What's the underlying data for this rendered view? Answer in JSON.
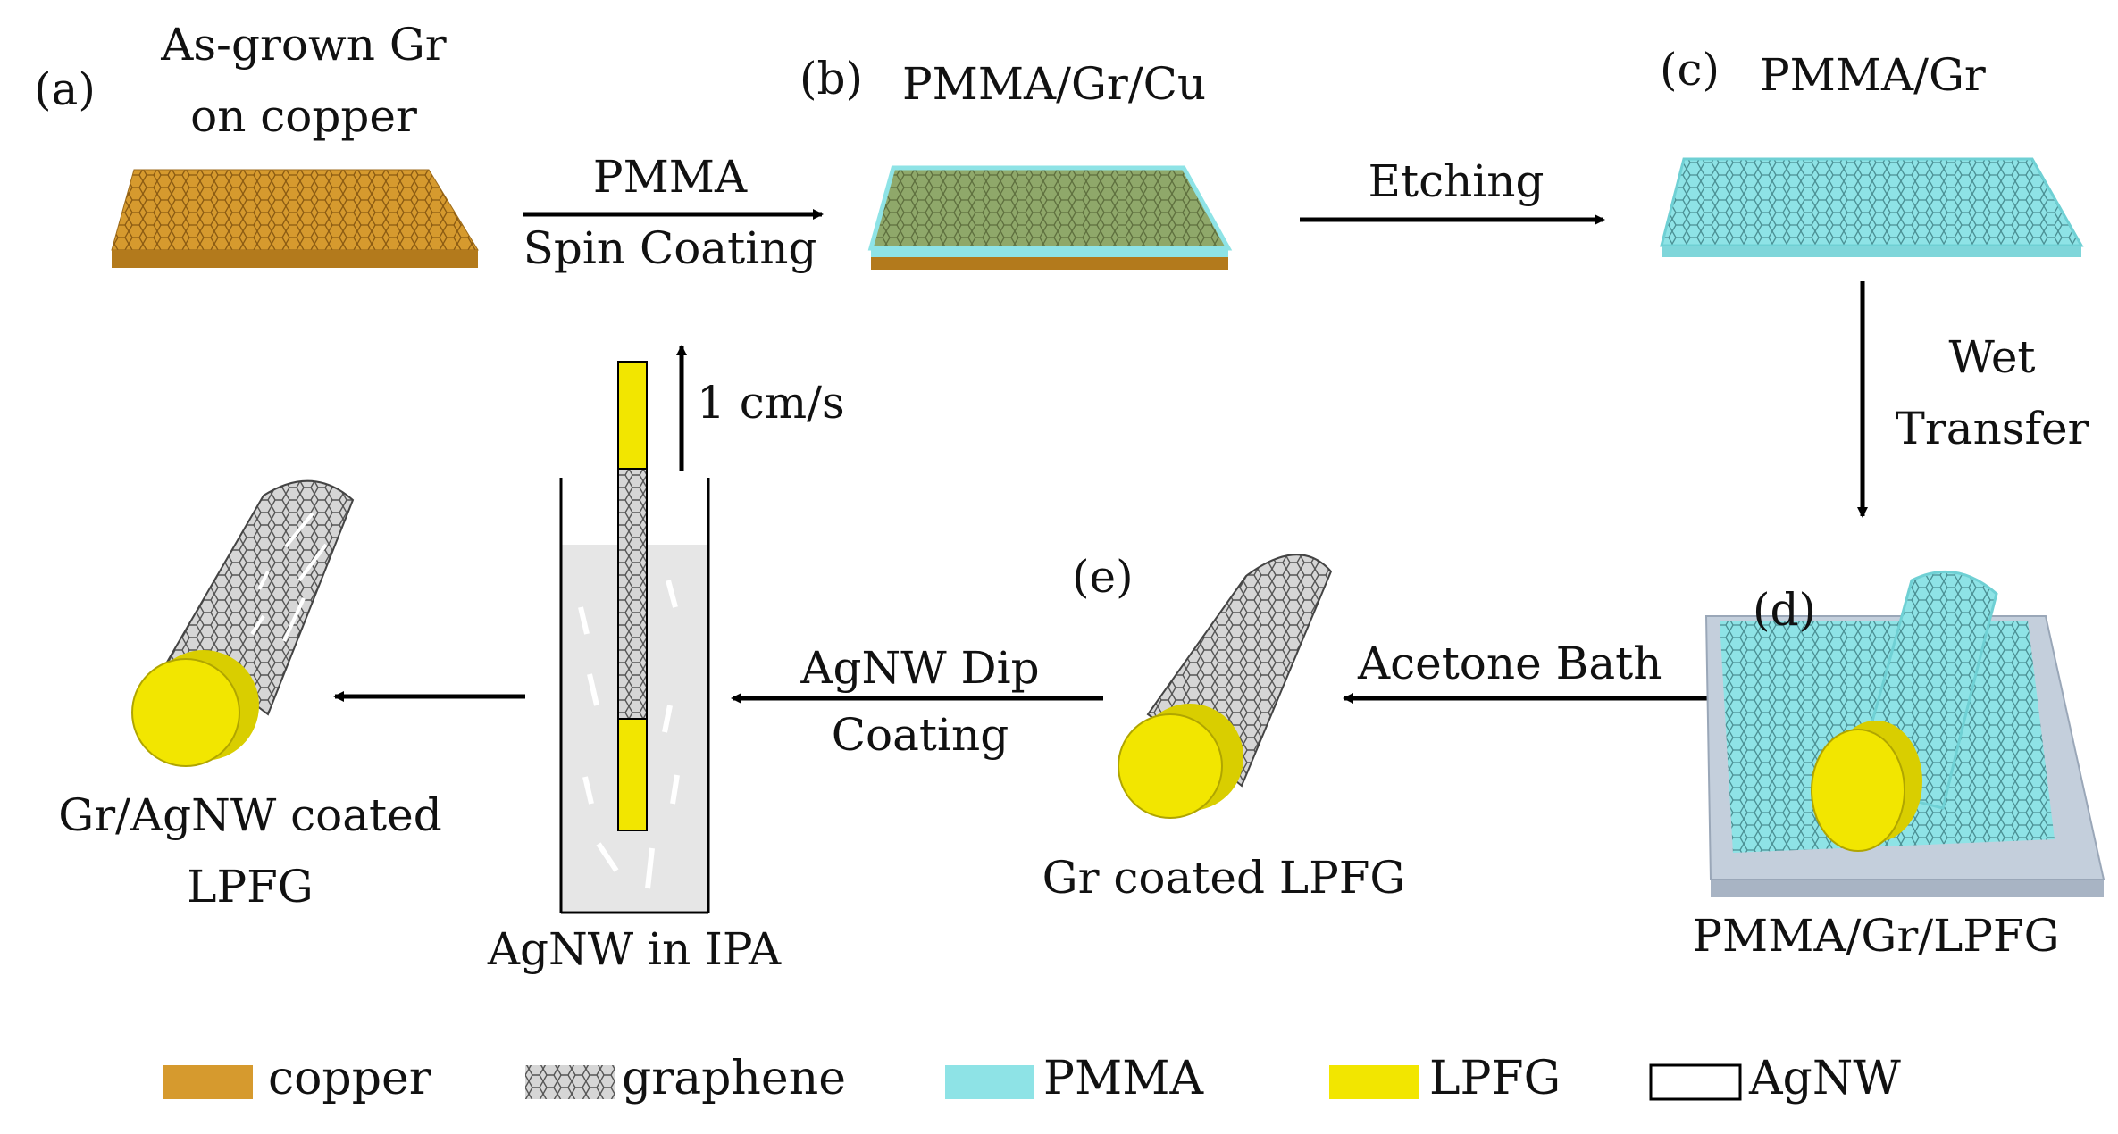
{
  "steps": {
    "a": {
      "tag": "(a)",
      "title_line1": "As-grown Gr",
      "title_line2": "on copper"
    },
    "b": {
      "tag": "(b)",
      "title": "PMMA/Gr/Cu"
    },
    "c": {
      "tag": "(c)",
      "title": "PMMA/Gr"
    },
    "d": {
      "tag": "(d)",
      "caption": "PMMA/Gr/LPFG"
    },
    "e": {
      "tag": "(e)",
      "caption": "Gr coated LPFG"
    },
    "f": {
      "caption_line1": "Gr/AgNW coated",
      "caption_line2": "LPFG"
    },
    "bath": {
      "caption": "AgNW in IPA",
      "speed": "1 cm/s"
    }
  },
  "arrows": {
    "ab_line1": "PMMA",
    "ab_line2": "Spin Coating",
    "bc": "Etching",
    "cd_line1": "Wet",
    "cd_line2": "Transfer",
    "de": "Acetone Bath",
    "e_bath_line1": "AgNW Dip",
    "e_bath_line2": "Coating"
  },
  "legend": {
    "copper": "copper",
    "graphene": "graphene",
    "pmma": "PMMA",
    "lpfg": "LPFG",
    "agnw": "AgNW"
  },
  "colors": {
    "copper": "#D69A2E",
    "pmma": "#8EE3E6",
    "lpfg": "#F2E600",
    "substrate": "#BFC9D6",
    "bath": "#E6E6E6"
  }
}
